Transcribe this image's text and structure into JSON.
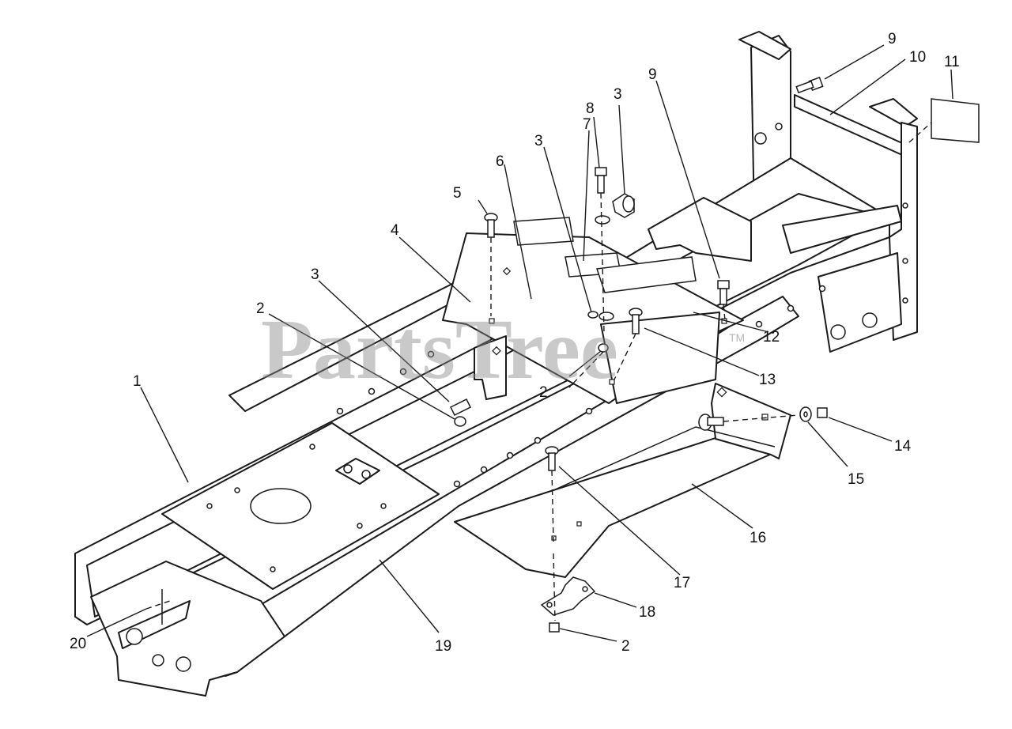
{
  "watermark": {
    "text": "PartsTree",
    "mark": "TM"
  },
  "callouts": {
    "c1": "1",
    "c2a": "2",
    "c2b": "2",
    "c2c": "2",
    "c3a": "3",
    "c3b": "3",
    "c3c": "3",
    "c4": "4",
    "c5": "5",
    "c6": "6",
    "c7": "7",
    "c8": "8",
    "c9a": "9",
    "c9b": "9",
    "c10": "10",
    "c11": "11",
    "c12": "12",
    "c13": "13",
    "c14": "14",
    "c15": "15",
    "c16": "16",
    "c17": "17",
    "c18": "18",
    "c19": "19",
    "c20": "20"
  }
}
